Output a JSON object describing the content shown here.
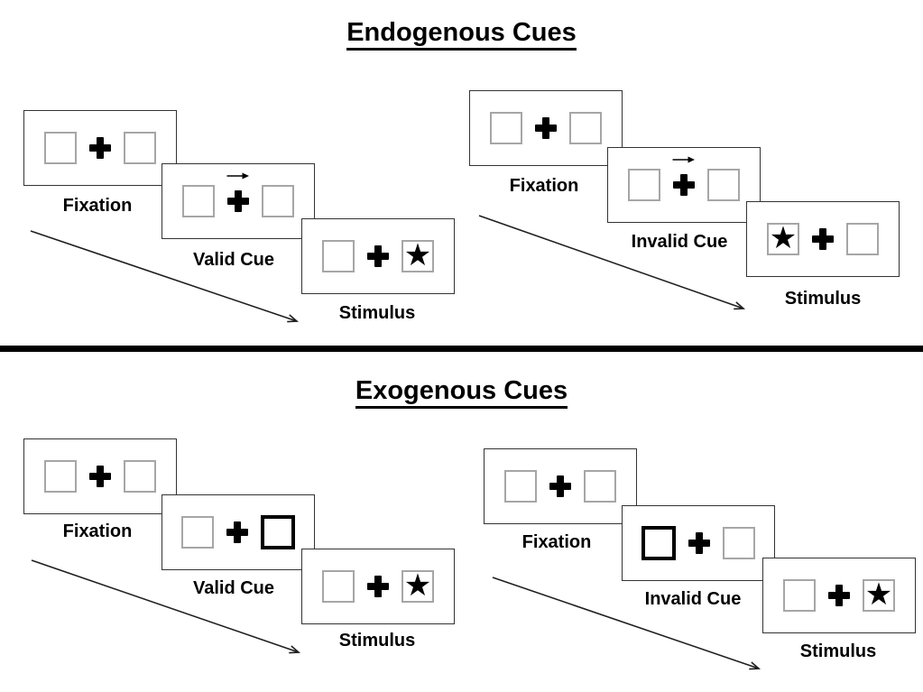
{
  "sections": [
    {
      "title": "Endogenous Cues",
      "cue_mechanism": "central rightward arrow above fixation cross",
      "sequences": [
        {
          "validity": "Valid",
          "panels": [
            {
              "label": "Fixation",
              "content": "two empty boxes with central cross"
            },
            {
              "label": "Valid Cue",
              "cue": "right-arrow-above-cross"
            },
            {
              "label": "Stimulus",
              "star_side": "right"
            }
          ]
        },
        {
          "validity": "Invalid",
          "panels": [
            {
              "label": "Fixation",
              "content": "two empty boxes with central cross"
            },
            {
              "label": "Invalid Cue",
              "cue": "right-arrow-above-cross"
            },
            {
              "label": "Stimulus",
              "star_side": "left"
            }
          ]
        }
      ]
    },
    {
      "title": "Exogenous Cues",
      "cue_mechanism": "peripheral box brightening (thick black outline)",
      "sequences": [
        {
          "validity": "Valid",
          "panels": [
            {
              "label": "Fixation",
              "content": "two empty boxes with central cross"
            },
            {
              "label": "Valid Cue",
              "cue": "thick-right-box"
            },
            {
              "label": "Stimulus",
              "star_side": "right"
            }
          ]
        },
        {
          "validity": "Invalid",
          "panels": [
            {
              "label": "Fixation",
              "content": "two empty boxes with central cross"
            },
            {
              "label": "Invalid Cue",
              "cue": "thick-left-box"
            },
            {
              "label": "Stimulus",
              "star_side": "right"
            }
          ]
        }
      ]
    }
  ],
  "glyphs": {
    "star": "★"
  },
  "colors": {
    "ink": "#000000",
    "box_gray": "#a6a6a6",
    "panel_border": "#333333"
  }
}
